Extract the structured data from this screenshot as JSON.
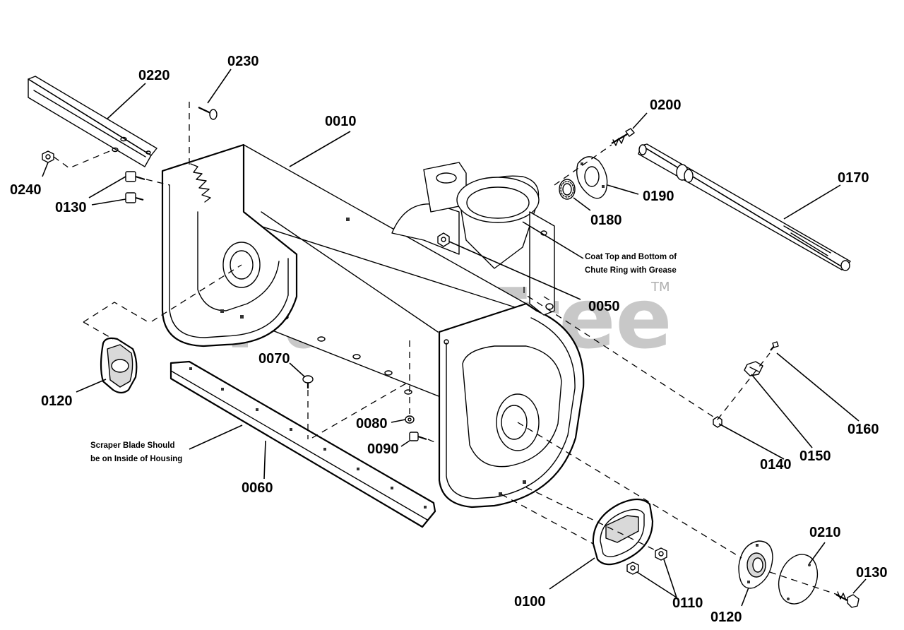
{
  "watermark": {
    "text": "PartsTree",
    "trademark": "TM"
  },
  "callouts": [
    {
      "id": "c0010",
      "label": "0010"
    },
    {
      "id": "c0050",
      "label": "0050"
    },
    {
      "id": "c0060",
      "label": "0060"
    },
    {
      "id": "c0070",
      "label": "0070"
    },
    {
      "id": "c0080",
      "label": "0080"
    },
    {
      "id": "c0090",
      "label": "0090"
    },
    {
      "id": "c0100",
      "label": "0100"
    },
    {
      "id": "c0110",
      "label": "0110"
    },
    {
      "id": "c0120a",
      "label": "0120"
    },
    {
      "id": "c0120b",
      "label": "0120"
    },
    {
      "id": "c0130a",
      "label": "0130"
    },
    {
      "id": "c0130b",
      "label": "0130"
    },
    {
      "id": "c0140",
      "label": "0140"
    },
    {
      "id": "c0150",
      "label": "0150"
    },
    {
      "id": "c0160",
      "label": "0160"
    },
    {
      "id": "c0170",
      "label": "0170"
    },
    {
      "id": "c0180",
      "label": "0180"
    },
    {
      "id": "c0190",
      "label": "0190"
    },
    {
      "id": "c0200",
      "label": "0200"
    },
    {
      "id": "c0210",
      "label": "0210"
    },
    {
      "id": "c0220",
      "label": "0220"
    },
    {
      "id": "c0230",
      "label": "0230"
    },
    {
      "id": "c0240",
      "label": "0240"
    }
  ],
  "notes": {
    "chute_grease": {
      "line1": "Coat Top and Bottom of",
      "line2": "Chute Ring with Grease"
    },
    "scraper_blade": {
      "line1": "Scraper Blade Should",
      "line2": "be on Inside of Housing"
    }
  }
}
